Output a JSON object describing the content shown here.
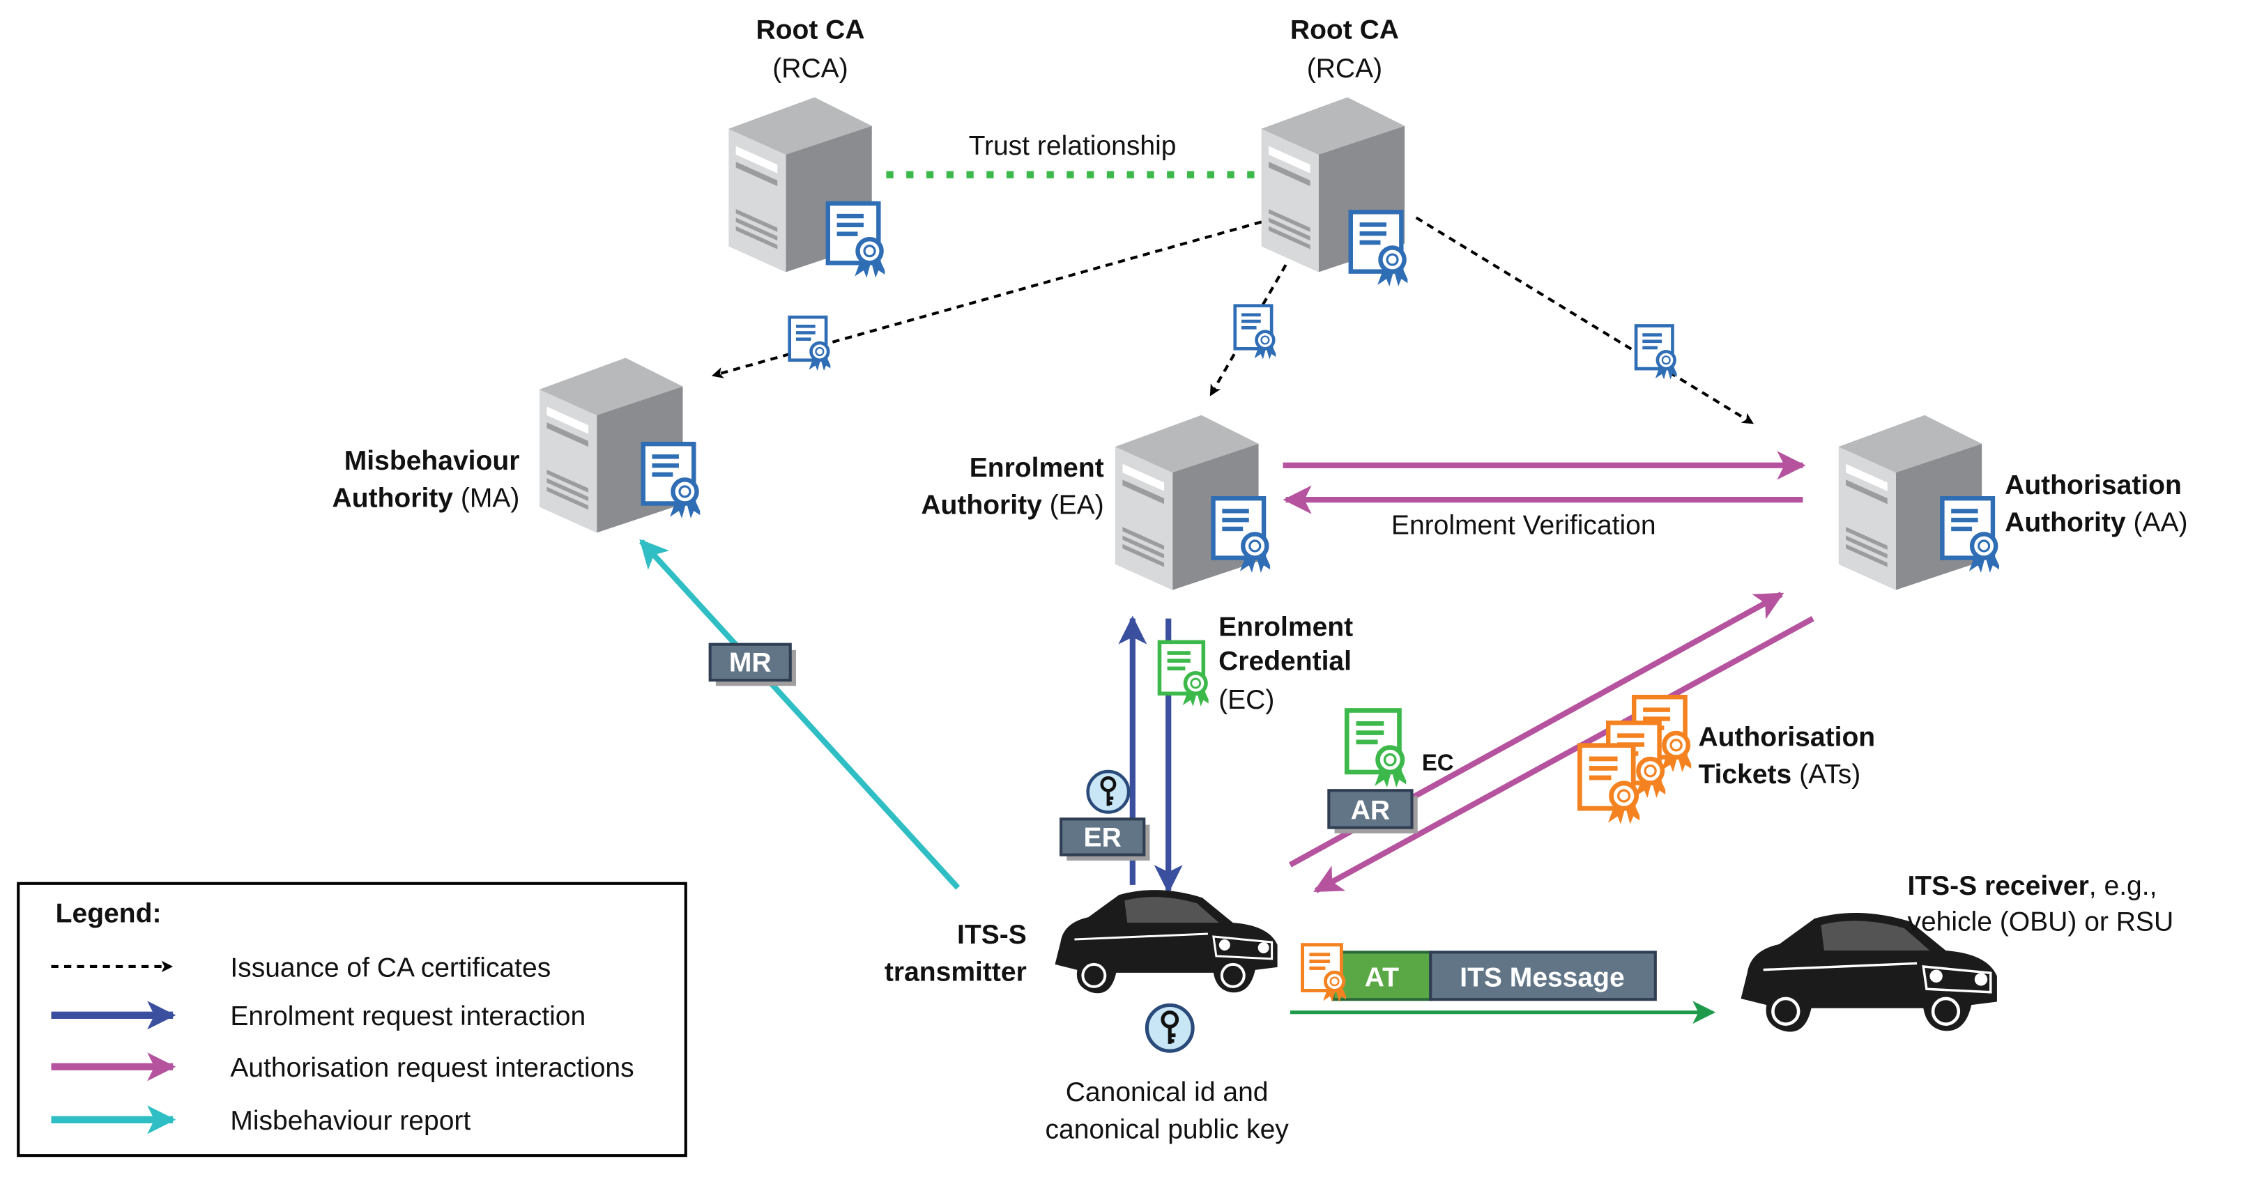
{
  "nodes": {
    "rca_left": {
      "title": "Root CA",
      "abbr": "(RCA)"
    },
    "rca_right": {
      "title": "Root CA",
      "abbr": "(RCA)"
    },
    "trust": "Trust relationship",
    "ma": {
      "line1": "Misbehaviour",
      "line2_bold": "Authority",
      "line2_abbr": " (MA)"
    },
    "ea": {
      "line1": "Enrolment",
      "line2_bold": "Authority",
      "line2_abbr": " (EA)"
    },
    "aa": {
      "line1": "Authorisation",
      "line2_bold": "Authority",
      "line2_abbr": " (AA)"
    },
    "enrolment_verification": "Enrolment Verification",
    "ec": {
      "line1": "Enrolment",
      "line2": "Credential",
      "line3": "(EC)"
    },
    "ec_small": "EC",
    "ats": {
      "line1": "Authorisation",
      "line2_bold": "Tickets",
      "line2_abbr": " (ATs)"
    },
    "transmitter": {
      "line1": "ITS-S",
      "line2": "transmitter"
    },
    "canonical": {
      "line1": "Canonical id and",
      "line2": "canonical public key"
    },
    "receiver": {
      "line1_bold": "ITS-S receiver",
      "line1_rest": ", e.g.,",
      "line2": "vehicle (OBU) or RSU"
    }
  },
  "messages": {
    "mr": "MR",
    "er": "ER",
    "ar": "AR",
    "at": "AT",
    "its_message": "ITS Message"
  },
  "legend": {
    "title": "Legend:",
    "items": [
      {
        "label": "Issuance of CA certificates",
        "style": "dashed",
        "color": "#000000"
      },
      {
        "label": "Enrolment request interaction",
        "style": "solid",
        "color": "#3a4f9e"
      },
      {
        "label": "Authorisation request interactions",
        "style": "solid",
        "color": "#b5539e"
      },
      {
        "label": "Misbehaviour report",
        "style": "solid",
        "color": "#2fbec4"
      }
    ]
  },
  "colors": {
    "trust": "#3cb94a",
    "enrolment": "#3a4f9e",
    "authorisation": "#b5539e",
    "misbehaviour": "#2fbec4",
    "its_message": "#1e9a4a",
    "ca_cert": "#2f6db5",
    "ec_cert": "#3cb94a",
    "at_cert": "#f58220",
    "message_box": "#627587",
    "at_box": "#5aa845"
  }
}
